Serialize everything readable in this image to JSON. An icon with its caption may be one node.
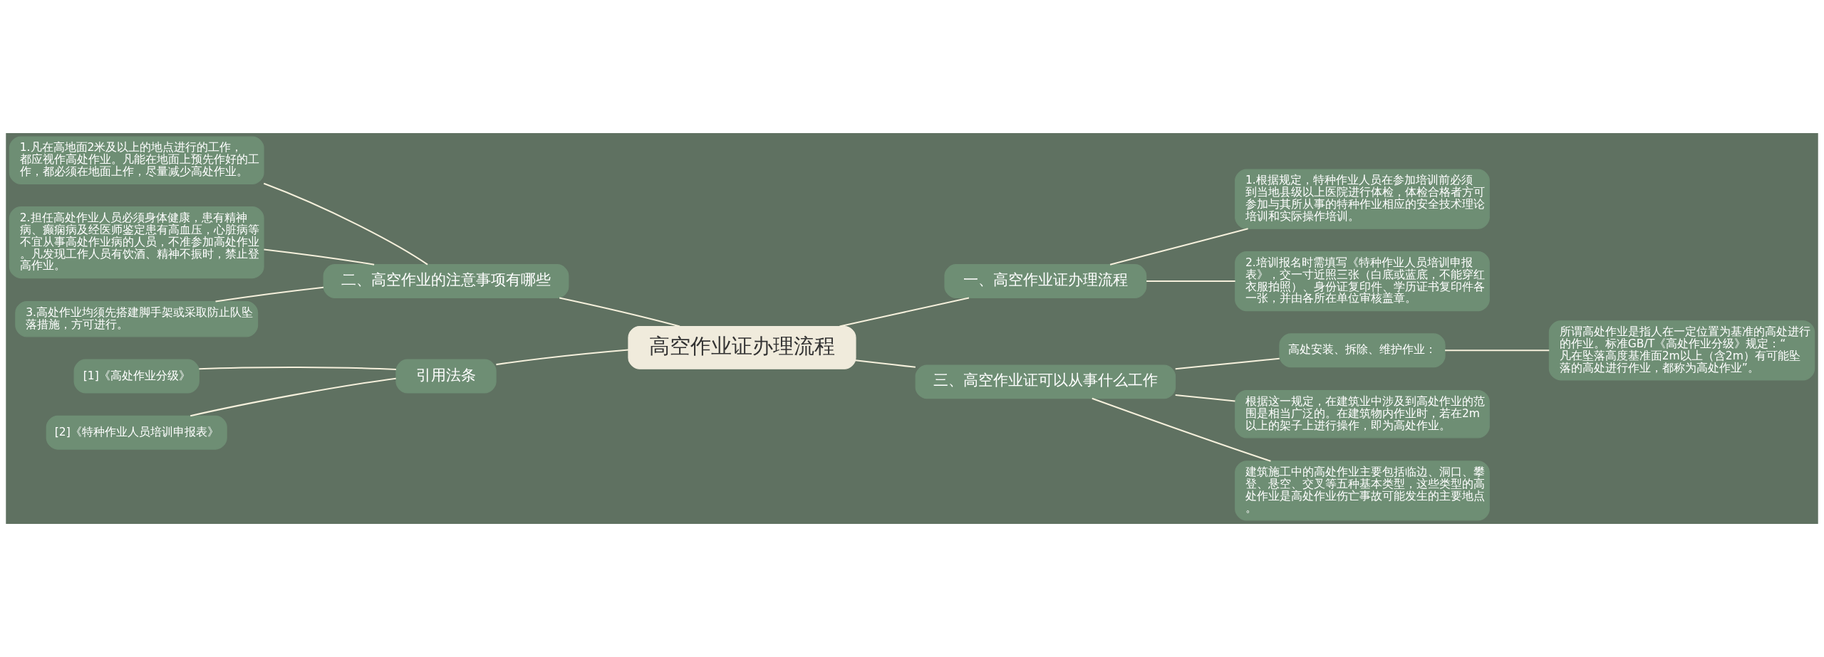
{
  "diagram": {
    "nodes": [
      {
        "text": [
          "高空作业证办理流程"
        ]
      },
      {
        "text": [
          "一、高空作业证办理流程"
        ]
      },
      {
        "text": [
          "1.根据规定，特种作业人员在参加培训前必须到当地县级以上医院进行体检，体检合格者方可参加与其所从事的特种作业相应的安全技术理论培训和实际操作培训。"
        ]
      },
      {
        "text": [
          "2.培训报名时需填写《特种作业人员培训申报表》，交一寸近照三张（白底或蓝底，不能穿红衣服拍照）、身份证复印件、学历证书复印件各一张，并由各所在单位审核盖章。"
        ]
      },
      {
        "text": [
          "二、高空作业的注意事项有哪些"
        ]
      },
      {
        "text": [
          "1.凡在高地面2米及以上的地点进行的工作，都应视作高处作业。凡能在地面上预先作好的工作，都必须在地面上作，尽量减少高处作业。"
        ]
      },
      {
        "text": [
          "2.担任高处作业人员必须身体健康，患有精神病、癫痫病及经医师鉴定患有高血压，心脏病等不宜从事高处作业病的人员，不准参加高处作业。凡发现工作人员有饮酒、精神不振时，禁止登高作业。"
        ]
      },
      {
        "text": [
          "3.高处作业均须先搭建脚手架或采取防止队坠落措施，方可进行。"
        ]
      },
      {
        "text": [
          "引用法条"
        ]
      },
      {
        "text": [
          "[1]《高处作业分级》"
        ]
      },
      {
        "text": [
          "[2]《特种作业人员培训申报表》"
        ]
      },
      {
        "text": [
          "三、高空作业证可以从事什么工作"
        ]
      },
      {
        "text": [
          "高处安装、拆除、维护作业："
        ]
      },
      {
        "text": [
          "所谓高处作业是指人在一定位置为基准的高处进行的作业。标准GB/T《高处作业分级》规定：“凡在坠落高度基准面2m以上（含2m）有可能坠落的高处进行作业，都称为高处作业”。"
        ]
      },
      {
        "text": [
          "根据这一规定，在建筑业中涉及到高处作业的范围是相当广泛的。在建筑物内作业时，若在2m以上的架子上进行操作，即为高处作业。"
        ]
      },
      {
        "text": [
          "建筑施工中的高处作业主要包括临边、洞口、攀登、悬空、交叉等五种基本类型，这些类型的高处作业是高处作业伤亡事故可能发生的主要地点。"
        ]
      }
    ],
    "edges": [
      {
        "from": 0,
        "to": 1,
        "arrow": "none"
      },
      {
        "from": 1,
        "to": 2,
        "arrow": "none"
      },
      {
        "from": 1,
        "to": 3,
        "arrow": "none"
      },
      {
        "from": 0,
        "to": 4,
        "arrow": "none"
      },
      {
        "from": 4,
        "to": 5,
        "arrow": "none"
      },
      {
        "from": 4,
        "to": 6,
        "arrow": "none"
      },
      {
        "from": 4,
        "to": 7,
        "arrow": "none"
      },
      {
        "from": 0,
        "to": 8,
        "arrow": "none"
      },
      {
        "from": 8,
        "to": 9,
        "arrow": "none"
      },
      {
        "from": 8,
        "to": 10,
        "arrow": "none"
      },
      {
        "from": 0,
        "to": 11,
        "arrow": "none"
      },
      {
        "from": 11,
        "to": 12,
        "arrow": "none"
      },
      {
        "from": 12,
        "to": 13,
        "arrow": "none"
      },
      {
        "from": 11,
        "to": 14,
        "arrow": "none"
      },
      {
        "from": 11,
        "to": 15,
        "arrow": "none"
      }
    ]
  }
}
